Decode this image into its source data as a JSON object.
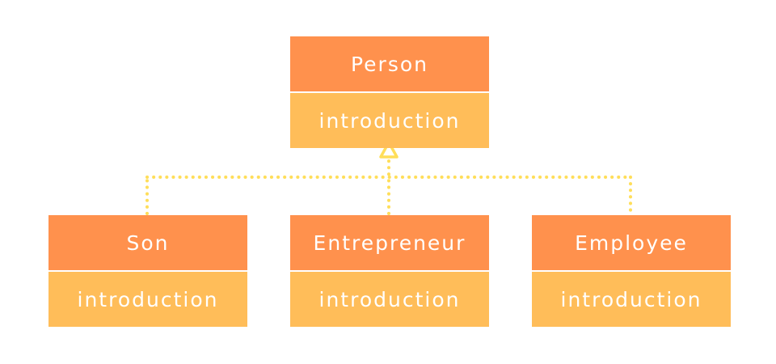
{
  "colors": {
    "header_fill": "#FF914D",
    "method_fill": "#FFBD59",
    "connector": "#FFDE59",
    "text": "#FFFFFF"
  },
  "diagram": {
    "parent": {
      "name": "Person",
      "method": "introduction"
    },
    "children": [
      {
        "name": "Son",
        "method": "introduction"
      },
      {
        "name": "Entrepreneur",
        "method": "introduction"
      },
      {
        "name": "Employee",
        "method": "introduction"
      }
    ]
  }
}
